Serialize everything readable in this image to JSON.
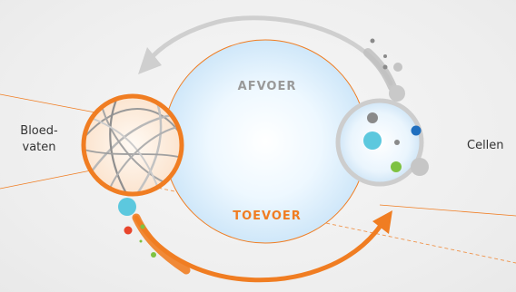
{
  "labels": {
    "afvoer": "AFVOER",
    "toevoer": "TOEVOER",
    "bloedvaten_line1": "Bloed-",
    "bloedvaten_line2": "vaten",
    "cellen": "Cellen"
  },
  "colors": {
    "background": "#f1f1f1",
    "orange": "#f07d22",
    "grey": "#c8c8c8",
    "center_fill": "#dcefff",
    "dot_cyan": "#5cc8de",
    "dot_blue": "#1f6fbf",
    "dot_green": "#7ec242",
    "dot_red": "#e8452c",
    "dot_grey": "#8a8a8a"
  }
}
